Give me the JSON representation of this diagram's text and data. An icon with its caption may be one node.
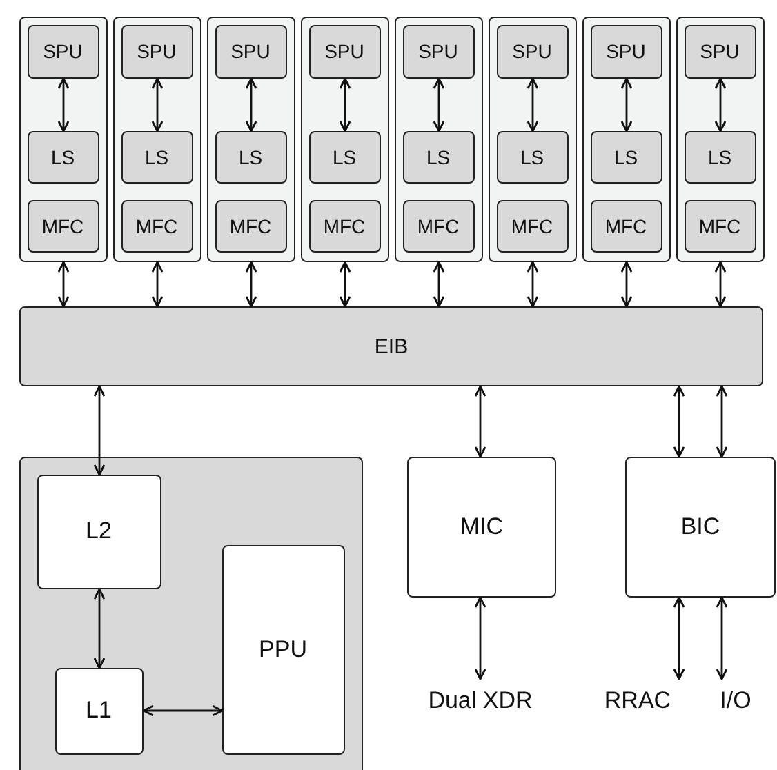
{
  "diagram": {
    "nodes": [
      {
        "text": [],
        "shape": "box"
      },
      {
        "text": [
          "SPU"
        ],
        "in": 0
      },
      {
        "text": [
          "LS"
        ],
        "in": 0
      },
      {
        "text": [
          "MFC"
        ],
        "in": 0
      },
      {
        "text": [],
        "shape": "box"
      },
      {
        "text": [
          "SPU"
        ],
        "in": 4
      },
      {
        "text": [
          "LS"
        ],
        "in": 4
      },
      {
        "text": [
          "MFC"
        ],
        "in": 4
      },
      {
        "text": [],
        "shape": "box"
      },
      {
        "text": [
          "SPU"
        ],
        "in": 8
      },
      {
        "text": [
          "LS"
        ],
        "in": 8
      },
      {
        "text": [
          "MFC"
        ],
        "in": 8
      },
      {
        "text": [],
        "shape": "box"
      },
      {
        "text": [
          "SPU"
        ],
        "in": 12
      },
      {
        "text": [
          "LS"
        ],
        "in": 12
      },
      {
        "text": [
          "MFC"
        ],
        "in": 12
      },
      {
        "text": [],
        "shape": "box"
      },
      {
        "text": [
          "SPU"
        ],
        "in": 16
      },
      {
        "text": [
          "LS"
        ],
        "in": 16
      },
      {
        "text": [
          "MFC"
        ],
        "in": 16
      },
      {
        "text": [],
        "shape": "box"
      },
      {
        "text": [
          "SPU"
        ],
        "in": 20
      },
      {
        "text": [
          "LS"
        ],
        "in": 20
      },
      {
        "text": [
          "MFC"
        ],
        "in": 20
      },
      {
        "text": [],
        "shape": "box"
      },
      {
        "text": [
          "SPU"
        ],
        "in": 24
      },
      {
        "text": [
          "LS"
        ],
        "in": 24
      },
      {
        "text": [
          "MFC"
        ],
        "in": 24
      },
      {
        "text": [],
        "shape": "box"
      },
      {
        "text": [
          "SPU"
        ],
        "in": 28
      },
      {
        "text": [
          "LS"
        ],
        "in": 28
      },
      {
        "text": [
          "MFC"
        ],
        "in": 28
      },
      {
        "text": [
          "EIB"
        ]
      },
      {
        "text": [],
        "shape": "box"
      },
      {
        "text": [
          "L2"
        ],
        "in": 33
      },
      {
        "text": [
          "PPU"
        ],
        "in": 33
      },
      {
        "text": [
          "L1"
        ],
        "in": 33
      },
      {
        "text": [
          "MIC"
        ]
      },
      {
        "text": [
          "BIC"
        ]
      },
      {
        "text": [
          "Dual XDR"
        ]
      },
      {
        "text": [
          "RRAC"
        ]
      },
      {
        "text": [
          "I/O"
        ]
      }
    ],
    "edges": [
      {
        "from": 1,
        "to": 2,
        "arrow": "both"
      },
      {
        "from": 0,
        "to": 32,
        "arrow": "both"
      },
      {
        "from": 5,
        "to": 6,
        "arrow": "both"
      },
      {
        "from": 4,
        "to": 32,
        "arrow": "both"
      },
      {
        "from": 9,
        "to": 10,
        "arrow": "both"
      },
      {
        "from": 8,
        "to": 32,
        "arrow": "both"
      },
      {
        "from": 13,
        "to": 14,
        "arrow": "both"
      },
      {
        "from": 12,
        "to": 32,
        "arrow": "both"
      },
      {
        "from": 17,
        "to": 18,
        "arrow": "both"
      },
      {
        "from": 16,
        "to": 32,
        "arrow": "both"
      },
      {
        "from": 21,
        "to": 22,
        "arrow": "both"
      },
      {
        "from": 20,
        "to": 32,
        "arrow": "both"
      },
      {
        "from": 25,
        "to": 26,
        "arrow": "both"
      },
      {
        "from": 24,
        "to": 32,
        "arrow": "both"
      },
      {
        "from": 29,
        "to": 30,
        "arrow": "both"
      },
      {
        "from": 28,
        "to": 32,
        "arrow": "both"
      },
      {
        "from": 32,
        "to": 34,
        "arrow": "both"
      },
      {
        "from": 34,
        "to": 36,
        "arrow": "both"
      },
      {
        "from": 36,
        "to": 35,
        "arrow": "both"
      },
      {
        "from": 32,
        "to": 37,
        "arrow": "both"
      },
      {
        "from": 32,
        "to": 38,
        "arrow": "both"
      },
      {
        "from": 32,
        "to": 38,
        "arrow": "both"
      },
      {
        "from": 37,
        "to": 39,
        "arrow": "both"
      },
      {
        "from": 38,
        "to": 40,
        "arrow": "both"
      },
      {
        "from": 38,
        "to": 41,
        "arrow": "both"
      }
    ]
  }
}
